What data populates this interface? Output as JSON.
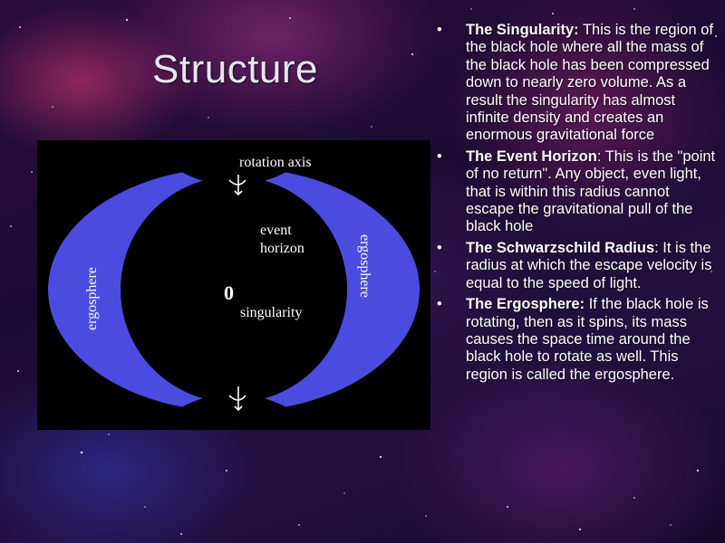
{
  "slide": {
    "title": "Structure"
  },
  "diagram": {
    "labels": {
      "rotation_axis": "rotation axis",
      "event_horizon_line1": "event",
      "event_horizon_line2": "horizon",
      "singularity_mark": "0",
      "singularity": "singularity",
      "ergosphere_left": "ergosphere",
      "ergosphere_right": "ergosphere"
    },
    "colors": {
      "ergosphere": "#4b4be0",
      "horizon": "#000000",
      "background": "#000000"
    }
  },
  "bullets": [
    {
      "marker": "•",
      "term": "The Singularity:",
      "text": "  This is the region of the black hole where all the mass of the black hole has been compressed down to nearly zero volume.  As a result the singularity has almost infinite  density and creates an enormous gravitational force"
    },
    {
      "marker": "•",
      "term": "The Event Horizon",
      "text": ":  This is the \"point of no return\".  Any object, even light, that is within this radius cannot escape the gravitational pull of the black hole"
    },
    {
      "marker": "•",
      "term": "The Schwarzschild Radius",
      "text": ": It is the radius at which the escape velocity is equal to the speed of light."
    },
    {
      "marker": "•",
      "term": "The Ergosphere:",
      "text": "  If the black hole is rotating, then as it spins, its mass causes the space time around the black hole to rotate as well.  This region is called the ergosphere."
    }
  ]
}
